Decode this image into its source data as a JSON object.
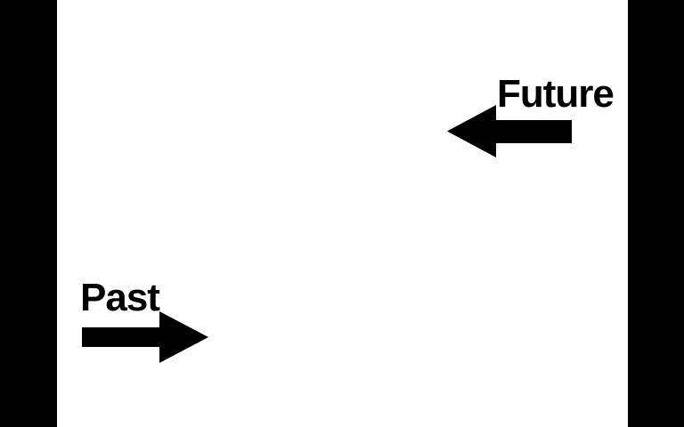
{
  "canvas": {
    "background_color": "#000000"
  },
  "slide": {
    "background_color": "#ffffff",
    "text_color": "#000000",
    "arrow_color": "#000000",
    "future": {
      "label": "Future",
      "arrow_direction": "left"
    },
    "past": {
      "label": "Past",
      "arrow_direction": "right"
    }
  }
}
